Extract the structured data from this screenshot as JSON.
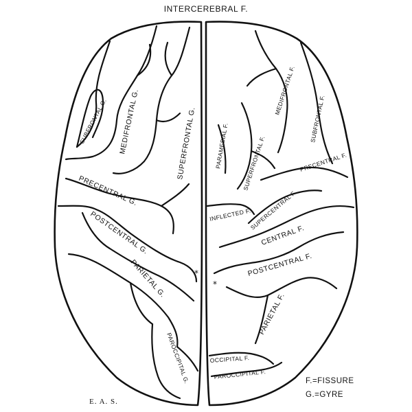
{
  "title": "INTERCEREBRAL F.",
  "labels": {
    "subfrontal_g": "SUBFRONTAL G.",
    "medifrontal_g": "MEDIFRONTAL G.",
    "superfrontal_g": "SUPERFRONTAL G.",
    "precentral_g": "PRECENTRAL G.",
    "postcentral_g": "POSTCENTRAL G.",
    "parietal_g": "PARIETAL G.",
    "paroccipital_g": "PAROCCIPITAL G.",
    "medifrontal_f": "MEDIFRONTAL F.",
    "subfrontal_f": "SUBFRONTAL F.",
    "paramesial_f": "PARAMESIAL F.",
    "superfrontal_f": "SUPERFRONTAL F.",
    "precentral_f": "PRECENTRAL F.",
    "inflected_f": "INFLECTED F.",
    "supercentral_f": "SUPERCENTRAL F.",
    "central_f": "CENTRAL F.",
    "postcentral_f": "POSTCENTRAL F.",
    "parietal_f": "PARIETAL F.",
    "occipital_f": "OCCIPITAL F.",
    "paroccipital_f": "PAROCCIPITAL F."
  },
  "markers": {
    "left_star": "*",
    "right_star": "*"
  },
  "legend": {
    "fissure": "F.=FISSURE",
    "gyre": "G.=GYRE"
  },
  "signature": "E. A. S."
}
